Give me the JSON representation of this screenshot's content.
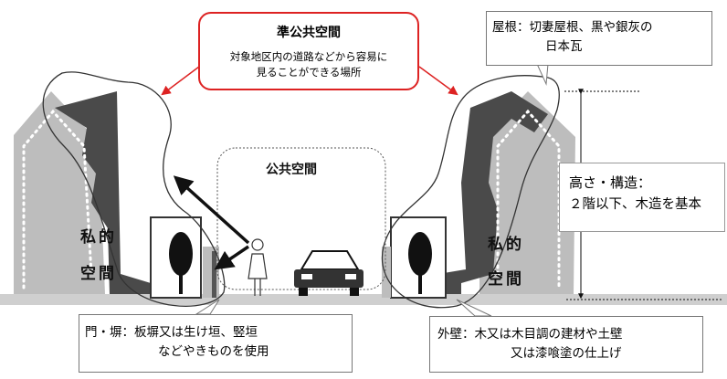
{
  "semi_public": {
    "title": "準公共空間",
    "line1": "対象地区内の道路などから容易に",
    "line2": "見ることができる場所"
  },
  "public_space": "公共空間",
  "private_left": {
    "line1": "私的",
    "line2": "空間"
  },
  "private_right": {
    "line1": "私的",
    "line2": "空間"
  },
  "roof": {
    "line1": "屋根：切妻屋根、黒や銀灰の",
    "line2": "日本瓦"
  },
  "height": {
    "line1": "高さ・構造：",
    "line2": "２階以下、木造を基本"
  },
  "gate": {
    "line1": "門・塀：板塀又は生け垣、竪垣",
    "line2": "などやきものを使用"
  },
  "wall": {
    "line1": "外壁：木又は木目調の建材や土壁",
    "line2": "又は漆喰塗の仕上げ"
  },
  "colors": {
    "accent": "#dd2222",
    "house_dark": "#4a4a4a",
    "house_light": "#bdbdbd"
  }
}
